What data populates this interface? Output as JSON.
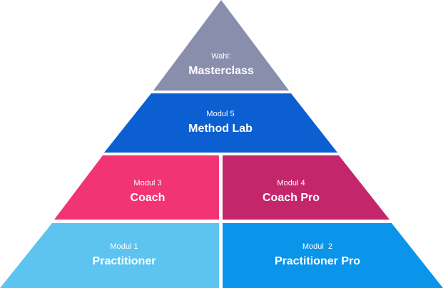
{
  "pyramid": {
    "top": {
      "small": "Wahl:",
      "big": "Masterclass",
      "color": "#8a8ead"
    },
    "tier2": {
      "small": "Modul 5",
      "big": "Method Lab",
      "color": "#0b5fd1"
    },
    "tier3_left": {
      "small": "Modul 3",
      "big": "Coach",
      "color": "#f23374"
    },
    "tier3_right": {
      "small": "Modul 4",
      "big": "Coach Pro",
      "color": "#c4266b"
    },
    "tier4_left": {
      "small": "Modul 1",
      "big": "Practitioner",
      "color": "#5cc4ef"
    },
    "tier4_right": {
      "small": "Modul  2",
      "big": "Practitioner Pro",
      "color": "#0a94ea"
    }
  }
}
